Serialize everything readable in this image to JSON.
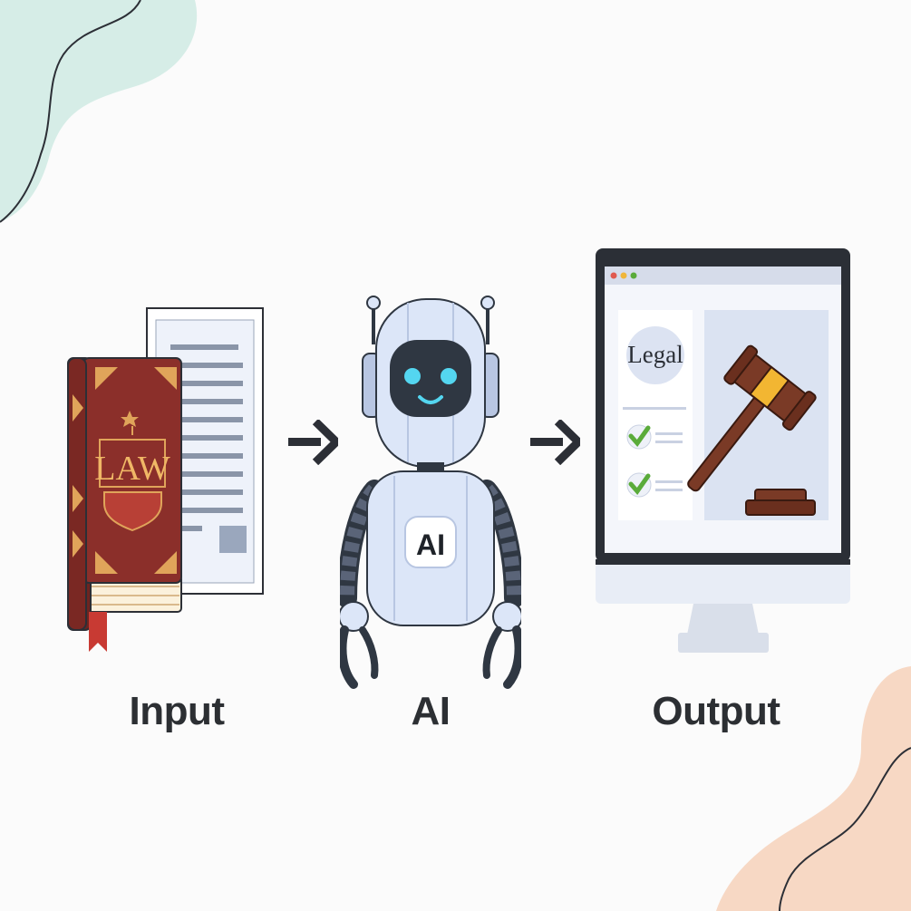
{
  "steps": [
    {
      "label": "Input"
    },
    {
      "label": "AI"
    },
    {
      "label": "Output"
    }
  ],
  "input": {
    "book_text": "LAW"
  },
  "robot": {
    "chest_text": "AI"
  },
  "output": {
    "screen_title": "Legal"
  },
  "colors": {
    "book": "#8b2f2a",
    "book_gold": "#e0a45a",
    "robot_body": "#dce6f8",
    "robot_dark": "#2f3742",
    "monitor_frame": "#2b2f36",
    "gavel": "#7a3a26",
    "gavel_band": "#f2b632",
    "check": "#5aab3a",
    "blob_teal": "#d6ede7",
    "blob_peach": "#f7d8c4"
  }
}
